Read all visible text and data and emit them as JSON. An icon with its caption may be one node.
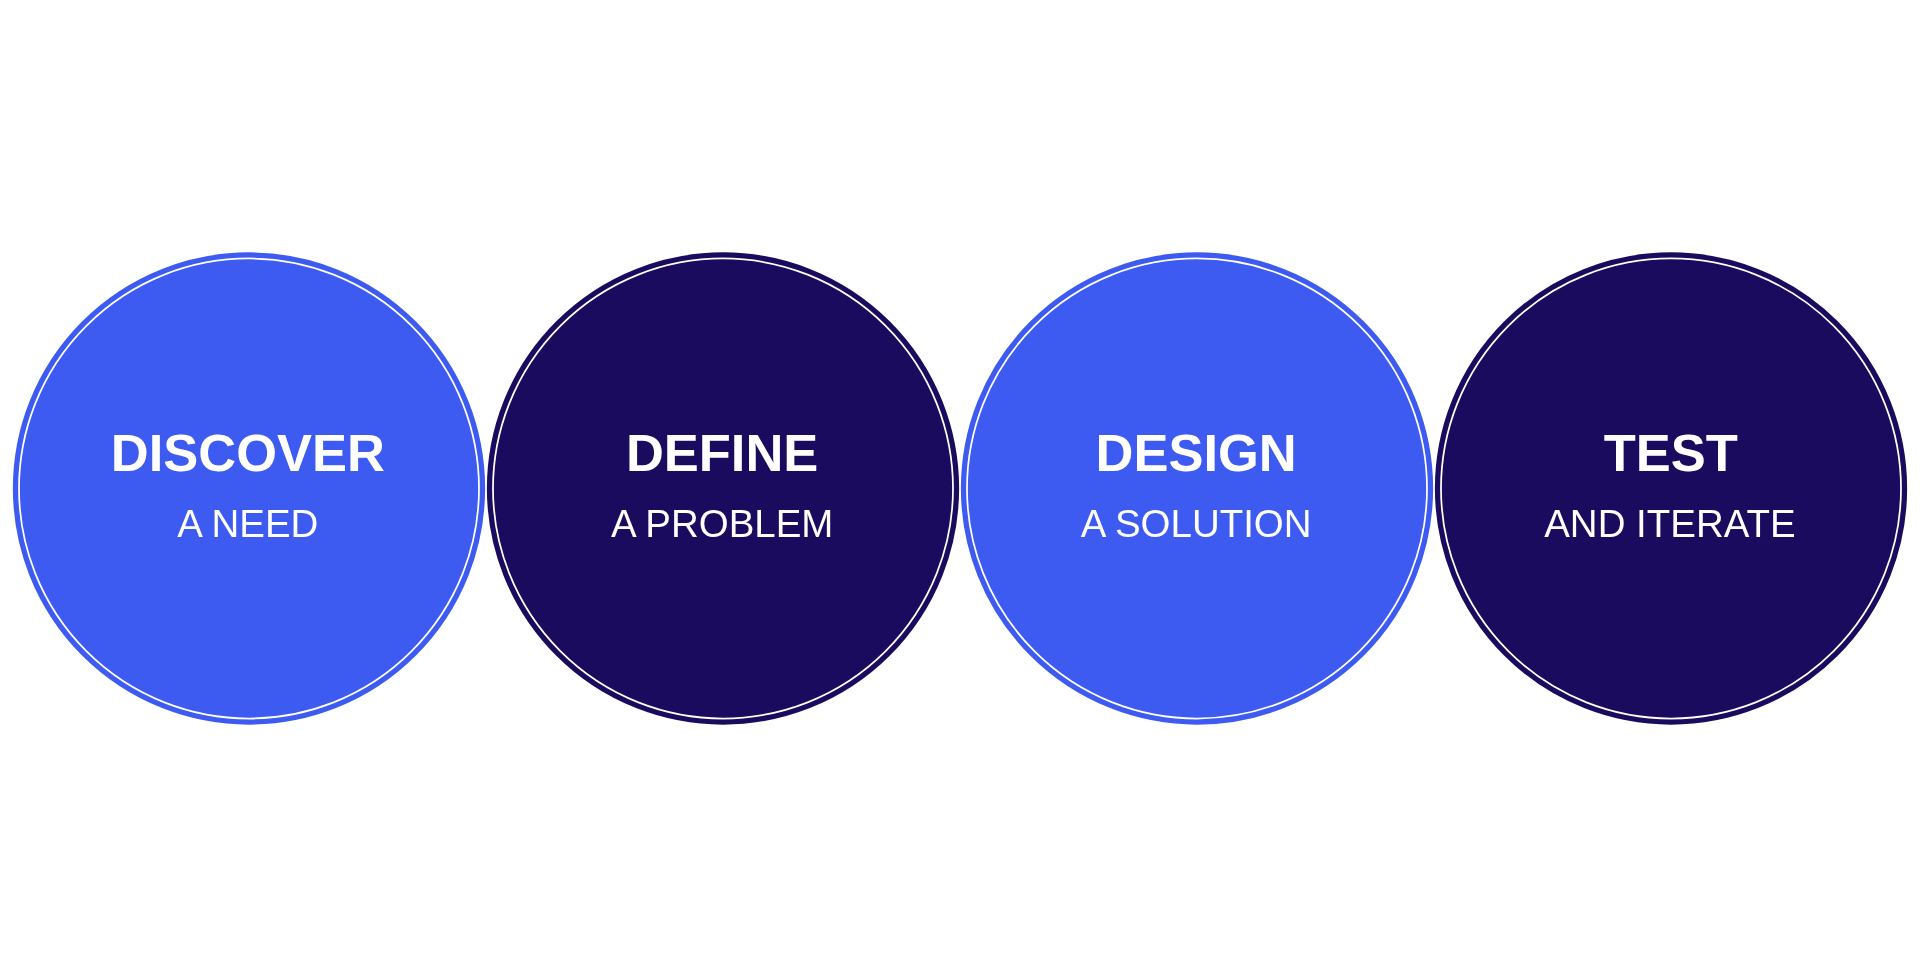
{
  "diagram": {
    "nodes": [
      {
        "text": [
          "DISCOVER",
          "A NEED"
        ]
      },
      {
        "text": [
          "DEFINE",
          "A PROBLEM"
        ]
      },
      {
        "text": [
          "DESIGN",
          "A SOLUTION"
        ]
      },
      {
        "text": [
          "TEST",
          "AND ITERATE"
        ]
      }
    ]
  }
}
